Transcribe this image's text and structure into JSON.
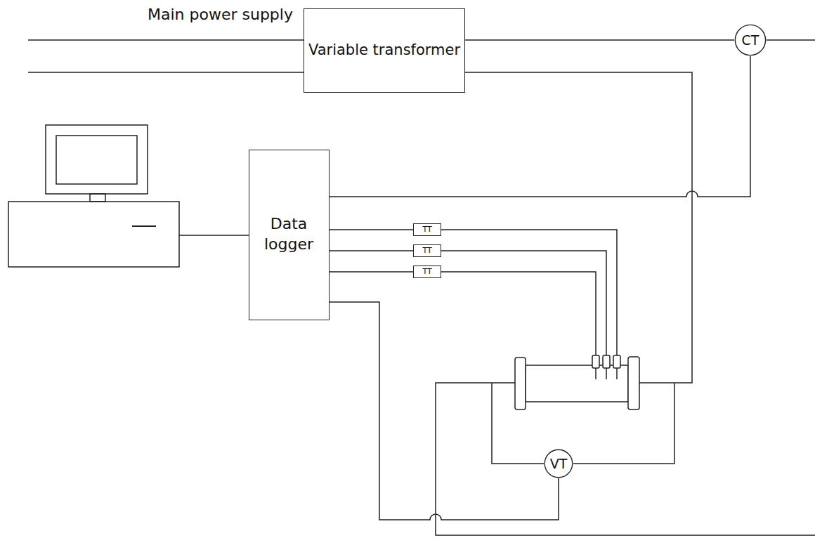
{
  "diagram": {
    "nodes": [
      {
        "text": [
          "Variable transformer"
        ]
      },
      {
        "text": [
          "CT"
        ]
      },
      {
        "text": [
          "Data logger"
        ]
      },
      {
        "text": [
          "TT"
        ]
      },
      {
        "text": [
          "TT"
        ]
      },
      {
        "text": [
          "TT"
        ]
      },
      {
        "text": [
          "VT"
        ]
      }
    ],
    "edges": [
      {
        "from": 0,
        "to": 1,
        "arrow": "none"
      },
      {
        "from": 2,
        "to": 1,
        "arrow": "none"
      },
      {
        "from": 2,
        "to": 3,
        "arrow": "none"
      },
      {
        "from": 2,
        "to": 4,
        "arrow": "none"
      },
      {
        "from": 2,
        "to": 5,
        "arrow": "none"
      },
      {
        "from": 2,
        "to": 6,
        "arrow": "none"
      }
    ],
    "labels": [
      "Main power supply"
    ]
  }
}
